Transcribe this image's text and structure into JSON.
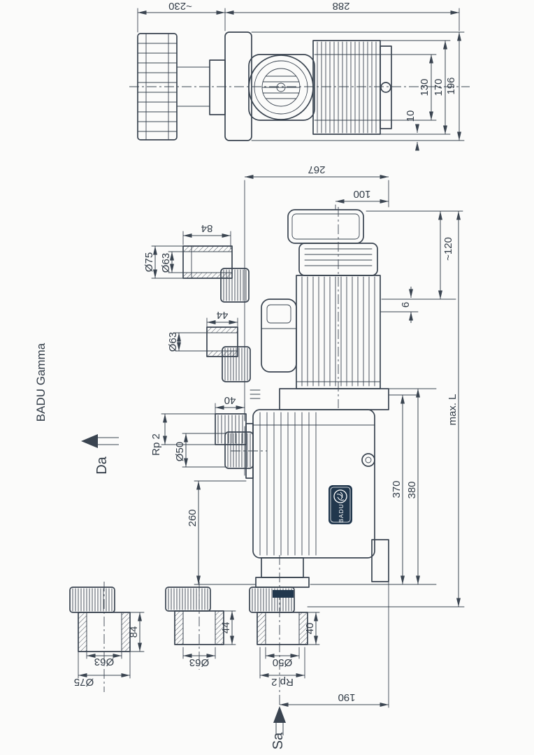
{
  "drawing": {
    "product_label": "BADU Gamma",
    "colors": {
      "line": "#3a4450",
      "background": "#fbfbfa",
      "logo_plate": "#21374d"
    },
    "flow_markers": {
      "discharge": "Da",
      "suction": "Sa"
    },
    "logo": {
      "brand": "BADU"
    },
    "top_view": {
      "strainer_width": "~230",
      "body_length": "288",
      "casing_diameter": "196",
      "motor_height": "170",
      "fan_cowl": "130",
      "axis_offset": "10"
    },
    "side_view": {
      "overall_width": "267",
      "terminal_box_offset": "100",
      "top_height": "~120",
      "motor_gap": "6",
      "max_length": "max. L",
      "casing_height": "370",
      "overall_height": "380",
      "port_height": "260",
      "suction_offset": "190"
    },
    "fittings_side": [
      {
        "length": "84",
        "outer_dia": "Ø75",
        "inner_dia": "Ø63"
      },
      {
        "length": "44",
        "inner_dia": "Ø63"
      },
      {
        "length": "40",
        "thread": "Rp 2",
        "inner_dia": "Ø50"
      }
    ],
    "fittings_bottom": [
      {
        "length": "84",
        "inner_dia": "Ø63",
        "outer_dia": "Ø75"
      },
      {
        "length": "44",
        "inner_dia": "Ø63"
      },
      {
        "length": "40",
        "inner_dia": "Ø50",
        "thread": "Rp 2"
      }
    ]
  }
}
